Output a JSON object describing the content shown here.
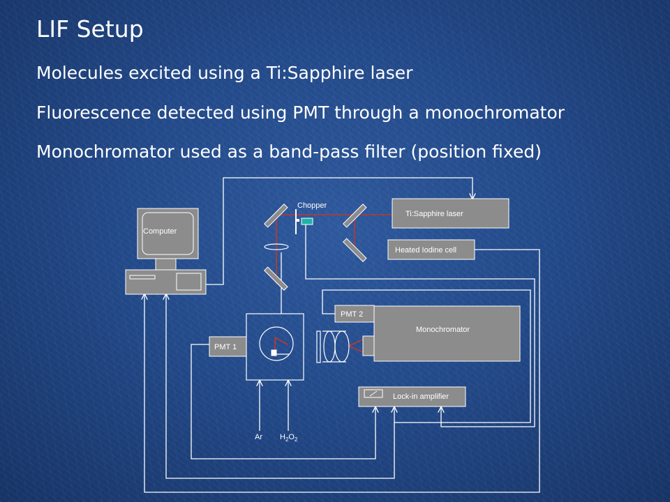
{
  "slide": {
    "title": "LIF Setup",
    "bullets": [
      "Molecules excited using a Ti:Sapphire laser",
      "Fluorescence detected using PMT through a monochromator",
      "Monochromator used as a band-pass filter (position fixed)"
    ]
  },
  "diagram": {
    "computer": "Computer",
    "chopper": "Chopper",
    "laser": "Ti:Sapphire laser",
    "iodine_cell": "Heated Iodine cell",
    "pmt1": "PMT 1",
    "pmt2": "PMT 2",
    "monochromator": "Monochromator",
    "lockin": "Lock-in amplifier",
    "gas_ar": "Ar",
    "gas_h2o2_main": "H",
    "gas_h2o2_sub1": "2",
    "gas_h2o2_o": "O",
    "gas_h2o2_sub2": "2"
  },
  "colors": {
    "background": "#244c8c",
    "box_fill": "#8c8c8c",
    "wire": "#ffffff",
    "beam": "#c0392b"
  }
}
